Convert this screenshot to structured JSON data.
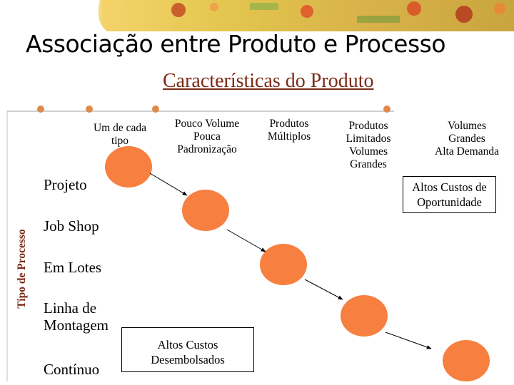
{
  "title": "Associação entre Produto e Processo",
  "subtitle": "Características do Produto",
  "columns": [
    "Um de cada\ntipo",
    "Pouco Volume\nPouca\nPadronização",
    "Produtos\nMúltiplos",
    "Produtos\nLimitados\nVolumes\nGrandes",
    "Volumes\nGrandes\nAlta Demanda"
  ],
  "rows": [
    "Projeto",
    "Job Shop",
    "Em Lotes",
    "Linha de\nMontagem",
    "Contínuo"
  ],
  "axis_label": "Tipo de Processo",
  "box_high_cost": "Altos Custos de\nOportunidade",
  "box_low_cost": "Altos Custos\nDesembolsados",
  "colors": {
    "ellipse": "#f77f3f",
    "accent": "#7a2b16",
    "bullet": "#e08a4a",
    "line": "#c0c0c0"
  }
}
